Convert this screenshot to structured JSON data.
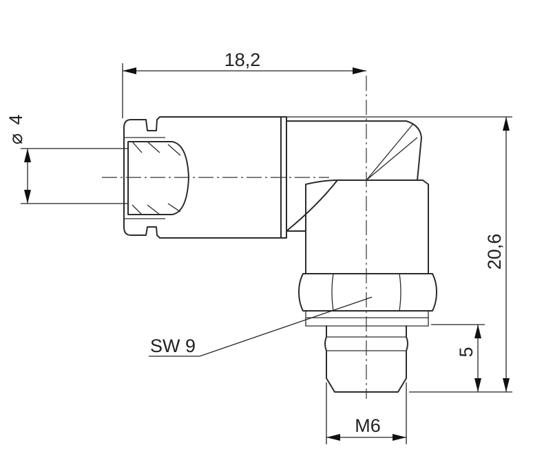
{
  "dimensions": {
    "top_width": "18,2",
    "tube_diameter": "4",
    "total_height": "20,6",
    "thread_length": "5",
    "thread": "M6",
    "wrench_size": "SW 9"
  },
  "symbols": {
    "diameter_symbol": "⌀"
  }
}
